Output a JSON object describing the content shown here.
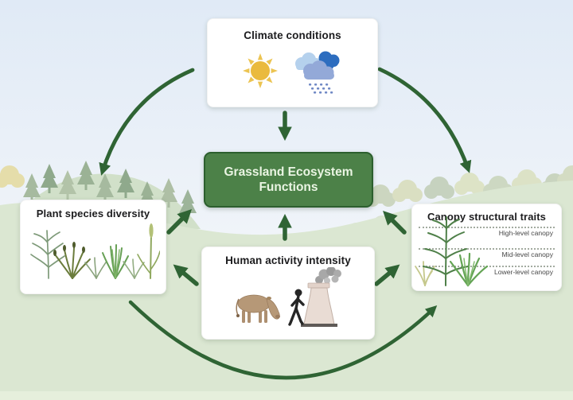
{
  "center_node": {
    "label": "Grassland Ecosystem Functions"
  },
  "nodes": {
    "climate": {
      "title": "Climate conditions",
      "icons": [
        "sun-icon",
        "rain-clouds-icon"
      ]
    },
    "plant_diversity": {
      "title": "Plant species diversity",
      "icons": [
        "grass-species-illustration"
      ]
    },
    "human_activity": {
      "title": "Human activity intensity",
      "icons": [
        "grazing-cow-icon",
        "walking-person-icon",
        "factory-cooling-tower-icon"
      ]
    },
    "canopy": {
      "title": "Canopy structural traits",
      "levels": [
        "High-level canopy",
        "Mid-level canopy",
        "Lower-level canopy"
      ],
      "icons": [
        "layered-canopy-grass-illustration"
      ]
    }
  },
  "relationships": [
    {
      "from": "Climate conditions",
      "to": "Grassland Ecosystem Functions",
      "style": "straight"
    },
    {
      "from": "Climate conditions",
      "to": "Plant species diversity",
      "style": "curved"
    },
    {
      "from": "Climate conditions",
      "to": "Canopy structural traits",
      "style": "curved"
    },
    {
      "from": "Plant species diversity",
      "to": "Grassland Ecosystem Functions",
      "style": "straight"
    },
    {
      "from": "Human activity intensity",
      "to": "Grassland Ecosystem Functions",
      "style": "straight"
    },
    {
      "from": "Canopy structural traits",
      "to": "Grassland Ecosystem Functions",
      "style": "straight"
    },
    {
      "from": "Human activity intensity",
      "to": "Plant species diversity",
      "style": "straight"
    },
    {
      "from": "Human activity intensity",
      "to": "Canopy structural traits",
      "style": "straight"
    },
    {
      "from": "Plant species diversity",
      "to": "Canopy structural traits",
      "style": "curved"
    }
  ],
  "colors": {
    "arrow_green": "#2f6434",
    "center_box_fill": "#4c8148",
    "center_box_border": "#2c5f2e",
    "center_box_text": "#eaf5e3",
    "node_box_bg": "#ffffff",
    "title_text": "#1c1c1e",
    "sky": "#e3ecf7",
    "meadow": "#dbe7d2",
    "sun_yellow": "#eaba3e",
    "cloud_dark_blue": "#2d6dbf",
    "cloud_light_blue": "#b5d1ed",
    "cloud_mid_blue": "#93a9d8",
    "cow_brown": "#b69877"
  }
}
